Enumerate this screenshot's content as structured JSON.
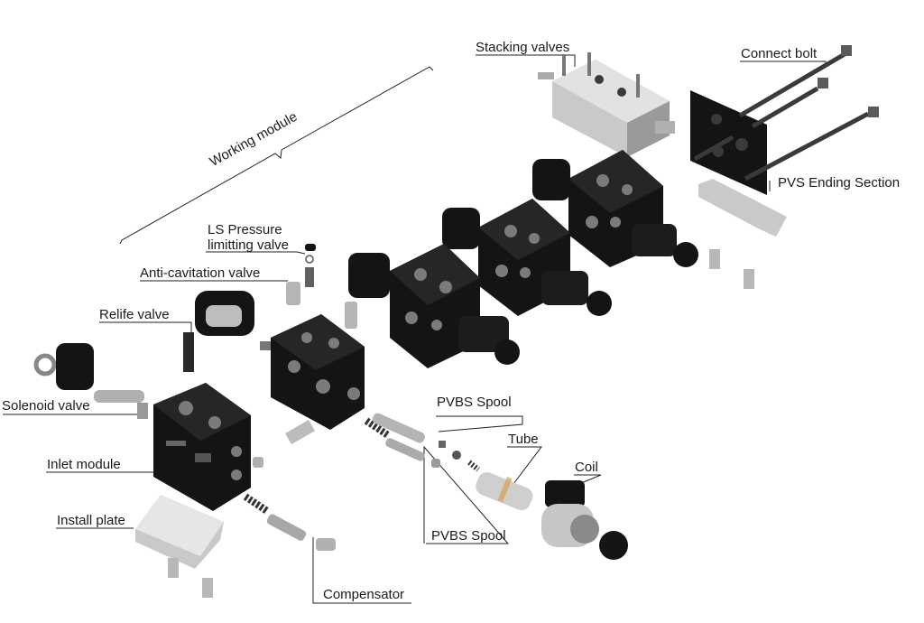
{
  "labels": {
    "stacking_valves": "Stacking valves",
    "connect_bolt": "Connect bolt",
    "working_module": "Working module",
    "pvs_ending_section": "PVS Ending Section",
    "ls_pressure_line1": "LS Pressure",
    "ls_pressure_line2": "limitting valve",
    "anti_cavitation": "Anti-cavitation valve",
    "relife_valve": "Relife valve",
    "solenoid_valve": "Solenoid valve",
    "pvbs_spool_top": "PVBS  Spool",
    "tube": "Tube",
    "coil": "Coil",
    "inlet_module": "Inlet module",
    "install_plate": "Install plate",
    "pvbs_spool_bottom": "PVBS Spool",
    "compensator": "Compensator"
  },
  "colors": {
    "block": "#141414",
    "steel": "#c9c9c9",
    "leader": "#222222",
    "text": "#1a1a1a"
  }
}
